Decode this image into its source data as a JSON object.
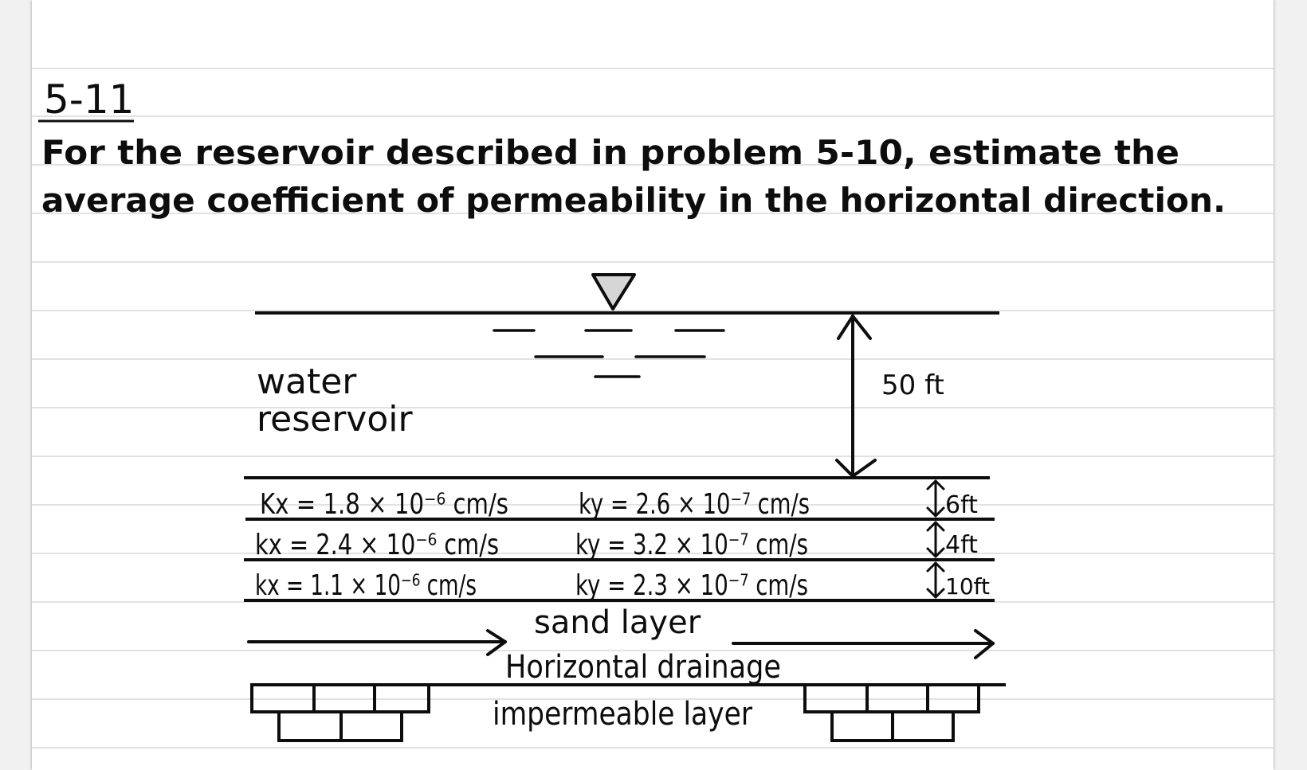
{
  "problem": {
    "number": "5-11",
    "text_line1": "For the reservoir described in problem 5-10, estimate the",
    "text_line2": "average coefficient of permeability in the horizontal direction."
  },
  "diagram": {
    "reservoir_label_line1": "water",
    "reservoir_label_line2": "reservoir",
    "water_depth": "50 ft",
    "layers": [
      {
        "kx": "Kx = 1.8 × 10⁻⁶ cm/s",
        "ky": "ky = 2.6 × 10⁻⁷ cm/s",
        "thickness": "6ft"
      },
      {
        "kx": "kx = 2.4 × 10⁻⁶ cm/s",
        "ky": "ky = 3.2 × 10⁻⁷ cm/s",
        "thickness": "4ft"
      },
      {
        "kx": "kx = 1.1 × 10⁻⁶ cm/s",
        "ky": "ky = 2.3 × 10⁻⁷ cm/s",
        "thickness": "10ft"
      }
    ],
    "sand_label": "sand layer",
    "drainage_label": "Horizontal drainage",
    "impermeable_label": "impermeable layer"
  },
  "colors": {
    "ink": "#0d0d0d",
    "ruled_line": "#d9d9d9",
    "triangle_fill": "#d6d6d6"
  }
}
